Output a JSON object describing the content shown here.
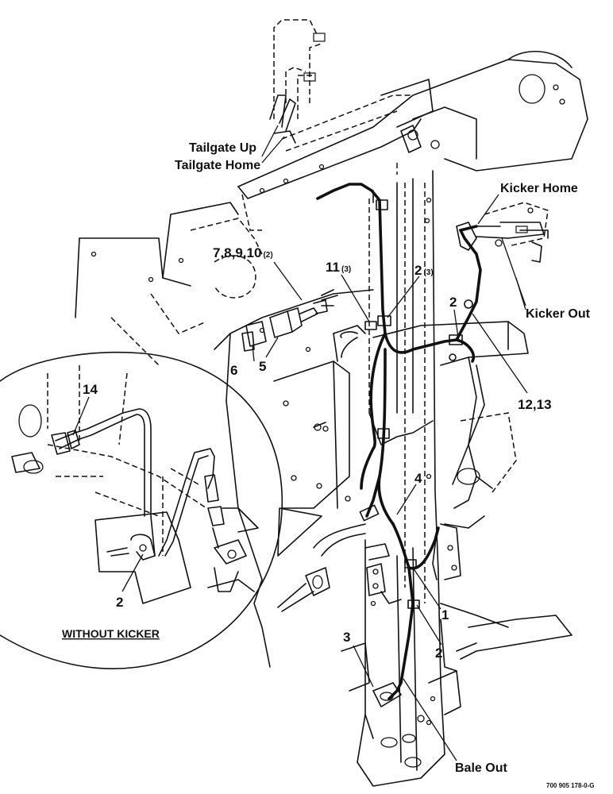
{
  "callouts": {
    "tailgate_up": "Tailgate Up",
    "tailgate_home": "Tailgate Home",
    "kicker_home": "Kicker Home",
    "kicker_out": "Kicker Out",
    "bale_out": "Bale Out",
    "without_kicker": "WITHOUT KICKER"
  },
  "parts": {
    "p7_10": "7,8,9,10",
    "p7_10_qty": "(2)",
    "p11": "11",
    "p11_qty": "(3)",
    "p2a": "2",
    "p2a_qty": "(3)",
    "p2b": "2",
    "p12_13": "12,13",
    "p6": "6",
    "p5": "5",
    "p14": "14",
    "p2_inset": "2",
    "p4": "4",
    "p1": "1",
    "p3": "3",
    "p2c": "2"
  },
  "figure_code": "700 905 178-0-G"
}
